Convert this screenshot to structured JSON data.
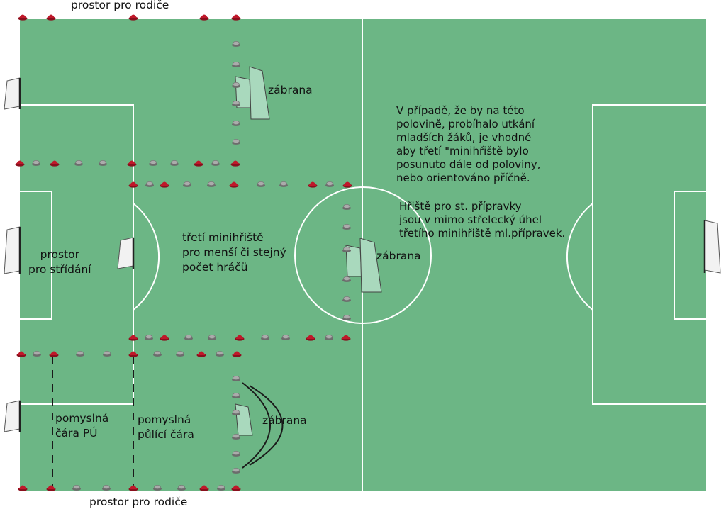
{
  "labels": {
    "parents_top": "prostor pro rodiče",
    "parents_bottom": "prostor pro rodiče",
    "barrier_top": "zábrana",
    "barrier_center": "zábrana",
    "barrier_bottom": "zábrana",
    "substitution": "prostor\npro střídání",
    "third_pitch": "třetí minihřiště\npro menší či stejný\npočet hráčů",
    "imaginary_pu": "pomyslná\nčára PÚ",
    "imaginary_half": "pomyslná\npůlící čára",
    "note_1": "V případě, že by na této\npolovině, probíhalo utkání\nmladších žáků, je vhodné\naby třetí \"minihřiště bylo\nposunuto dále od poloviny,\nnebo orientováno příčně.",
    "note_2": "Hřiště pro st. přípravky\njsou v mimo střelecký úhel\ntřetího minihřiště ml.přípravek."
  },
  "colors": {
    "grass": "#6cb685",
    "line": "#ffffff",
    "cone_red": "#c0182a",
    "cone_grey": "#8c8c8c",
    "goal": "#f2f2f2",
    "barrier": "#a9d9bd",
    "text": "#111111"
  }
}
